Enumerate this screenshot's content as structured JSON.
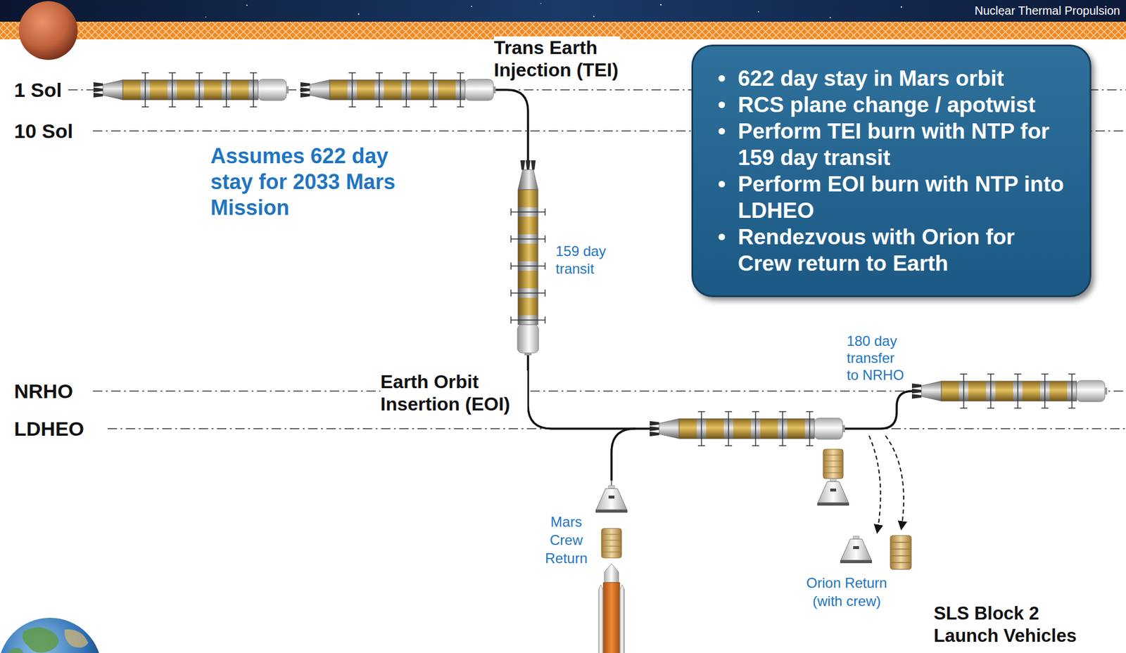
{
  "diagram": {
    "nodes": [
      {
        "text": [
          "622 day stay in Mars orbit",
          "RCS plane change / apotwist",
          "Perform TEI burn with NTP for 159 day transit",
          "Perform EOI burn with NTP into LDHEO",
          "Rendezvous with Orion for Crew return to Earth"
        ]
      }
    ],
    "labels": [
      "Nuclear Thermal Propulsion",
      "1 Sol",
      "10 Sol",
      "Trans Earth Injection (TEI)",
      "Assumes 622 day stay for 2033 Mars Mission",
      "159 day transit",
      "NRHO",
      "LDHEO",
      "Earth Orbit Insertion (EOI)",
      "180 day transfer to NRHO",
      "Mars Crew Return",
      "Orion Return (with crew)",
      "SLS Block 2 Launch Vehicles"
    ]
  }
}
